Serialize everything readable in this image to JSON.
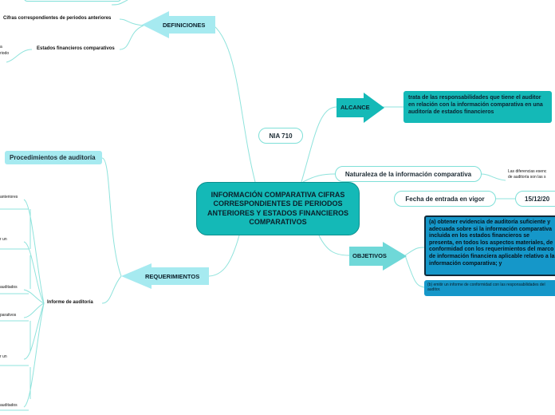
{
  "central": "INFORMACIÓN COMPARATIVA CIFRAS CORRESPONDIENTES DE PERIODOS ANTERIORES Y ESTADOS FINANCIEROS COMPARATIVOS",
  "nia": "NIA 710",
  "definiciones": {
    "label": "DEFINICIONES",
    "items": [
      "Cifras correspondientes de periodos anteriores",
      "Estados financieros comparativos"
    ],
    "cut_text": [
      "a",
      "riodo"
    ]
  },
  "alcance": {
    "label": "ALCANCE",
    "text": "trata de las responsabilidades que tiene el auditor en relación con la información comparativa en una auditoría de estados financieros"
  },
  "naturaleza": {
    "label": "Naturaleza de la información comparativa",
    "detail_line1": "Las diferencias esenc",
    "detail_line2": "de auditoría son las s"
  },
  "fecha": {
    "label": "Fecha de entrada en vigor",
    "value": "15/12/20"
  },
  "objetivos": {
    "label": "OBJETIVOS",
    "a": "(a) obtener evidencia de auditoría suficiente y adecuada sobre si la información comparativa incluida en los estados financieros se presenta, en todos los aspectos materiales, de conformidad con los requerimientos del marco de información financiera aplicable relativo a la información comparativa; y",
    "b": "(b) emitir un informe de conformidad con las responsabilidades del auditor."
  },
  "requerimientos": {
    "label": "REQUERIMIENTOS",
    "procedimientos": "Procedimientos de auditoría",
    "informe": "Informe de auditoría",
    "cut_text": [
      "anteriores",
      "r un",
      "auditados",
      "parativos",
      "r un",
      "auditados"
    ]
  },
  "colors": {
    "teal": "#14b9b7",
    "line": "#7fe0d8",
    "light": "#a6eaf0",
    "blue": "#1597c9"
  }
}
